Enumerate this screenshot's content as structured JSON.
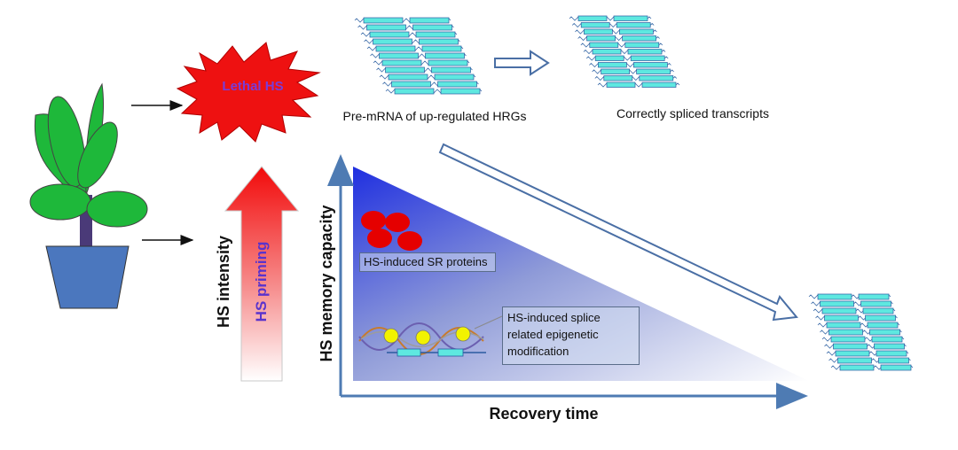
{
  "lethal_hs": "Lethal HS",
  "pre_mrna": "Pre-mRNA of up-regulated HRGs",
  "spliced": "Correctly  spliced transcripts",
  "hs_intensity": "HS intensity",
  "hs_priming": "HS priming",
  "hs_memory": "HS memory capacity",
  "recovery_time": "Recovery time",
  "sr_proteins": "HS-induced SR proteins",
  "epigenetic": [
    "HS-induced splice",
    "related epigenetic",
    "modification"
  ],
  "colors": {
    "transcript": "#5ee8e0",
    "burst": "#ee1111",
    "burst_text": "#7a3cd6",
    "plant_leaf": "#1eb83a",
    "plant_stem": "#4a3a78",
    "pot": "#4b77be",
    "axis": "#4e7bb3",
    "triangle_dark": "#2636e0",
    "sr_protein": "#e50000",
    "nucleosome": "#f2f200",
    "arrow_red": "#f01010",
    "priming_text": "#5a33cc"
  }
}
